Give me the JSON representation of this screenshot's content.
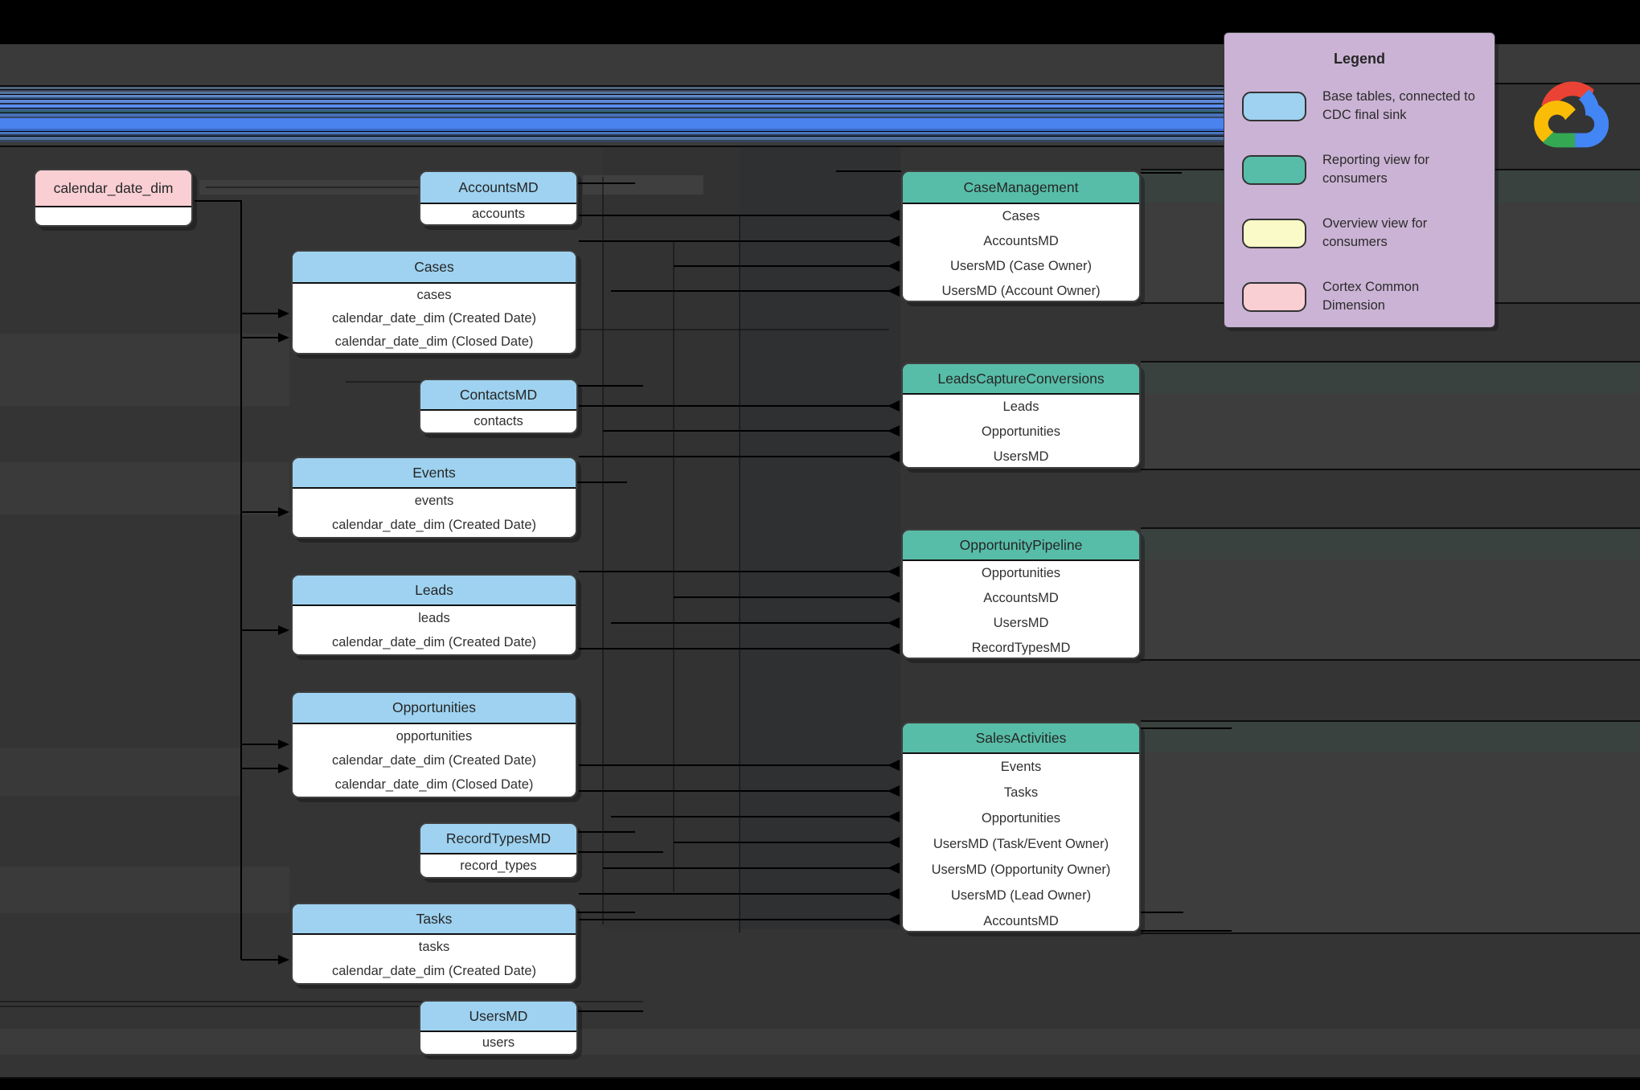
{
  "legend": {
    "title": "Legend",
    "items": [
      {
        "label": "Base tables, connected to CDC final sink",
        "color": "#9ed2f0"
      },
      {
        "label": "Reporting view for consumers",
        "color": "#57bda8"
      },
      {
        "label": "Overview view for consumers",
        "color": "#fafac8"
      },
      {
        "label": "Cortex Common Dimension",
        "color": "#f9cfd4"
      }
    ]
  },
  "common_dimension": {
    "title": "calendar_date_dim",
    "rows": [
      ""
    ]
  },
  "base_tables": [
    {
      "title": "AccountsMD",
      "rows": [
        "accounts"
      ]
    },
    {
      "title": "Cases",
      "rows": [
        "cases",
        "calendar_date_dim (Created Date)",
        "calendar_date_dim (Closed Date)"
      ]
    },
    {
      "title": "ContactsMD",
      "rows": [
        "contacts"
      ]
    },
    {
      "title": "Events",
      "rows": [
        "events",
        "calendar_date_dim (Created Date)"
      ]
    },
    {
      "title": "Leads",
      "rows": [
        "leads",
        "calendar_date_dim (Created Date)"
      ]
    },
    {
      "title": "Opportunities",
      "rows": [
        "opportunities",
        "calendar_date_dim (Created Date)",
        "calendar_date_dim (Closed Date)"
      ]
    },
    {
      "title": "RecordTypesMD",
      "rows": [
        "record_types"
      ]
    },
    {
      "title": "Tasks",
      "rows": [
        "tasks",
        "calendar_date_dim (Created Date)"
      ]
    },
    {
      "title": "UsersMD",
      "rows": [
        "users"
      ]
    }
  ],
  "reporting_views": [
    {
      "title": "CaseManagement",
      "rows": [
        "Cases",
        "AccountsMD",
        "UsersMD (Case Owner)",
        "UsersMD (Account Owner)"
      ]
    },
    {
      "title": "LeadsCaptureConversions",
      "rows": [
        "Leads",
        "Opportunities",
        "UsersMD"
      ]
    },
    {
      "title": "OpportunityPipeline",
      "rows": [
        "Opportunities",
        "AccountsMD",
        "UsersMD",
        "RecordTypesMD"
      ]
    },
    {
      "title": "SalesActivities",
      "rows": [
        "Events",
        "Tasks",
        "Opportunities",
        "UsersMD (Task/Event Owner)",
        "UsersMD (Opportunity Owner)",
        "UsersMD (Lead Owner)",
        "AccountsMD"
      ]
    }
  ],
  "colors": {
    "background": "#343434",
    "base_table_header": "#9ed2f0",
    "reporting_view_header": "#57bda8",
    "overview_view": "#fafac8",
    "common_dimension_header": "#f9cfd4",
    "legend_background": "#cbb3d5",
    "connector": "#000000"
  },
  "logo": {
    "name": "Google Cloud"
  }
}
